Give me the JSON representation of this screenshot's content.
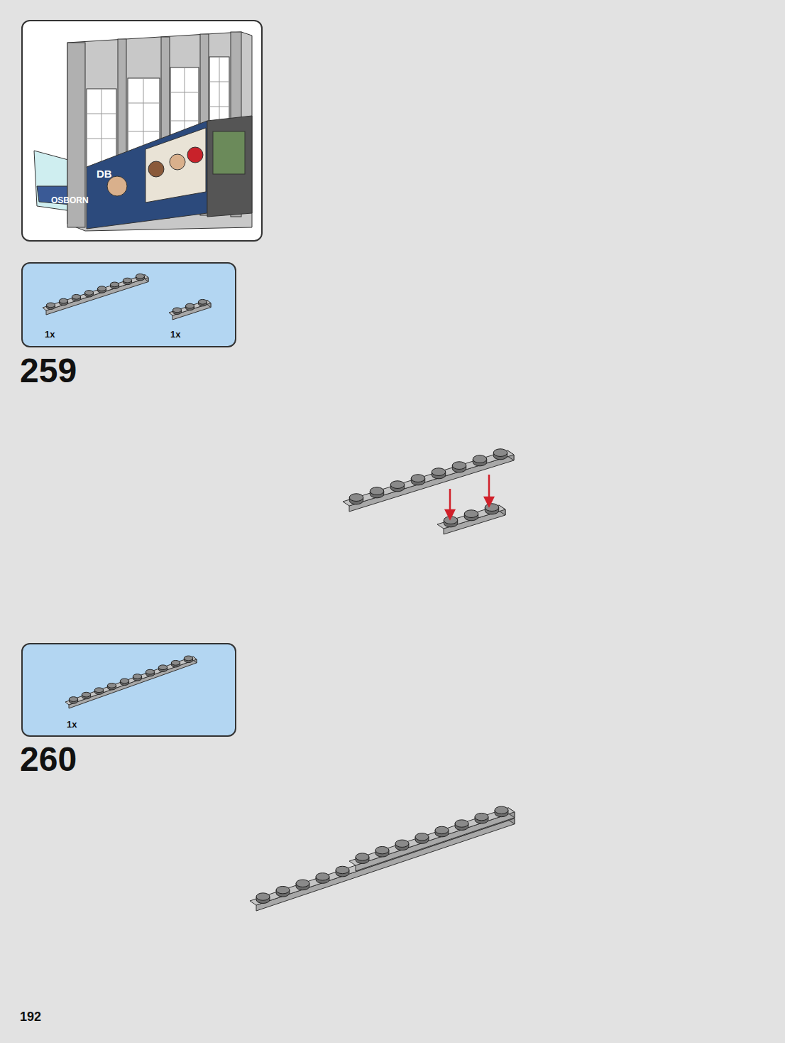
{
  "diagram": {
    "nodes": [
      {
        "text": [
          "DB",
          "OSBORN"
        ]
      },
      {
        "text": [
          "1x",
          "1x"
        ]
      },
      {
        "text": [
          "1x"
        ]
      }
    ],
    "labels": [
      "259",
      "260",
      "192"
    ]
  }
}
